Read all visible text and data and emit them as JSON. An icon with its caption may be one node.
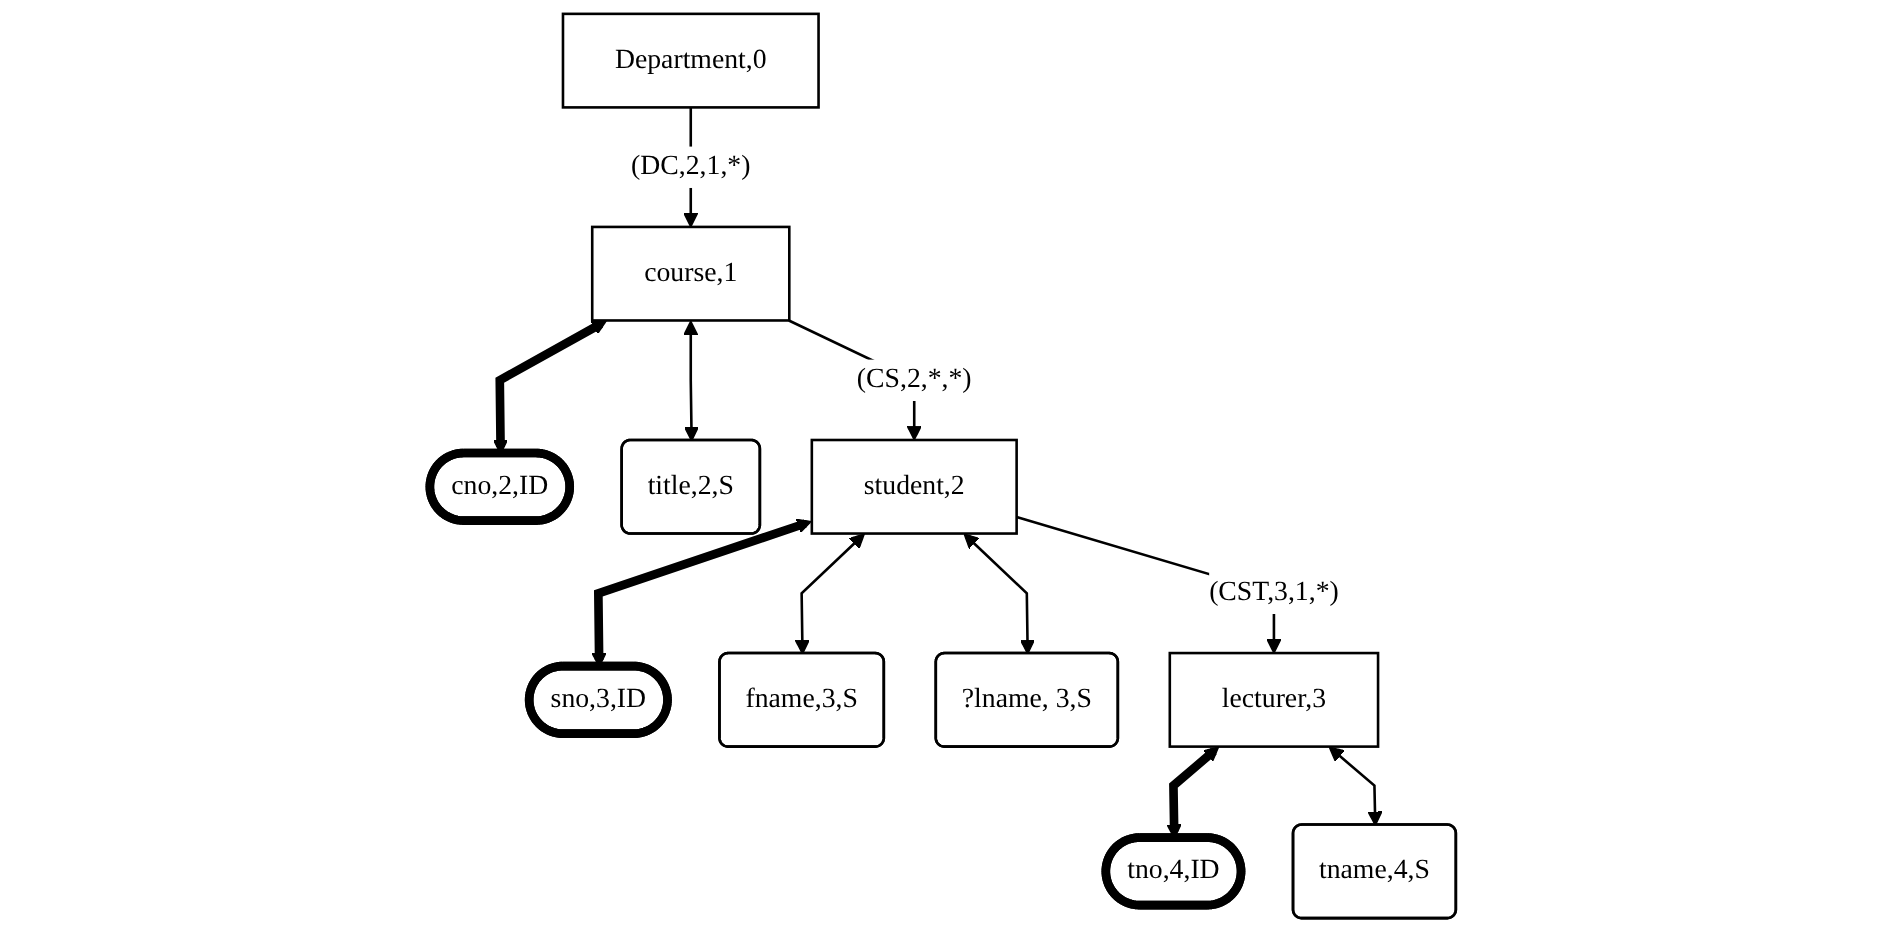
{
  "diagram": {
    "nodes": [
      {
        "text": [
          "Department,0"
        ]
      },
      {
        "text": [
          "course,1"
        ]
      },
      {
        "text": [
          "cno,2,ID"
        ]
      },
      {
        "text": [
          "title,2,S"
        ]
      },
      {
        "text": [
          "student,2"
        ]
      },
      {
        "text": [
          "sno,3,ID"
        ]
      },
      {
        "text": [
          "fname,3,S"
        ]
      },
      {
        "text": [
          "?lname, 3,S"
        ]
      },
      {
        "text": [
          "lecturer,3"
        ]
      },
      {
        "text": [
          "tno,4,ID"
        ]
      },
      {
        "text": [
          "tname,4,S"
        ]
      }
    ],
    "edges": [
      {
        "from": 0,
        "to": 1,
        "arrow": "to",
        "label": "(DC,2,1,*)"
      },
      {
        "from": 1,
        "to": 2,
        "arrow": "both",
        "style": "thick"
      },
      {
        "from": 1,
        "to": 3,
        "arrow": "both"
      },
      {
        "from": 1,
        "to": 4,
        "arrow": "to",
        "label": "(CS,2,*,*)"
      },
      {
        "from": 4,
        "to": 5,
        "arrow": "both",
        "style": "thick"
      },
      {
        "from": 4,
        "to": 6,
        "arrow": "both"
      },
      {
        "from": 4,
        "to": 7,
        "arrow": "both"
      },
      {
        "from": 4,
        "to": 8,
        "arrow": "to",
        "label": "(CST,3,1,*)"
      },
      {
        "from": 8,
        "to": 9,
        "arrow": "both",
        "style": "thick"
      },
      {
        "from": 8,
        "to": 10,
        "arrow": "both"
      }
    ]
  }
}
